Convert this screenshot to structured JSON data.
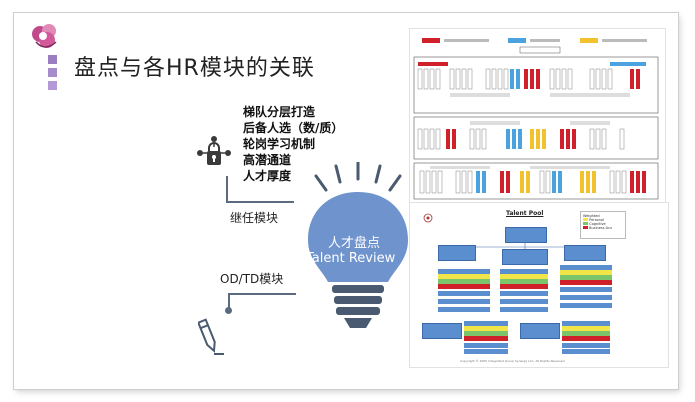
{
  "slide": {
    "title": "盘点与各HR模块的关联",
    "succession_items": [
      "梯队分层打造",
      "后备人选（数/质）",
      "轮岗学习机制",
      "高潜通道",
      "人才厚度"
    ],
    "succession_label": "继任模块",
    "odtd_label": "OD/TD模块",
    "bulb_line1": "人才盘点",
    "bulb_line2": "Talent  Review"
  },
  "talent_pool": {
    "title": "Talent Pool",
    "copyright": "Copyright © 2005 Integrated Group Synergy LLC. All Rights Reserved",
    "legend": [
      "Weighted",
      "Personal",
      "Cognitive",
      "Business Acu"
    ]
  },
  "colors": {
    "accent_purple": "#9b7ec1",
    "bulb_blue": "#6f93cc",
    "connector": "#5a6a80"
  }
}
